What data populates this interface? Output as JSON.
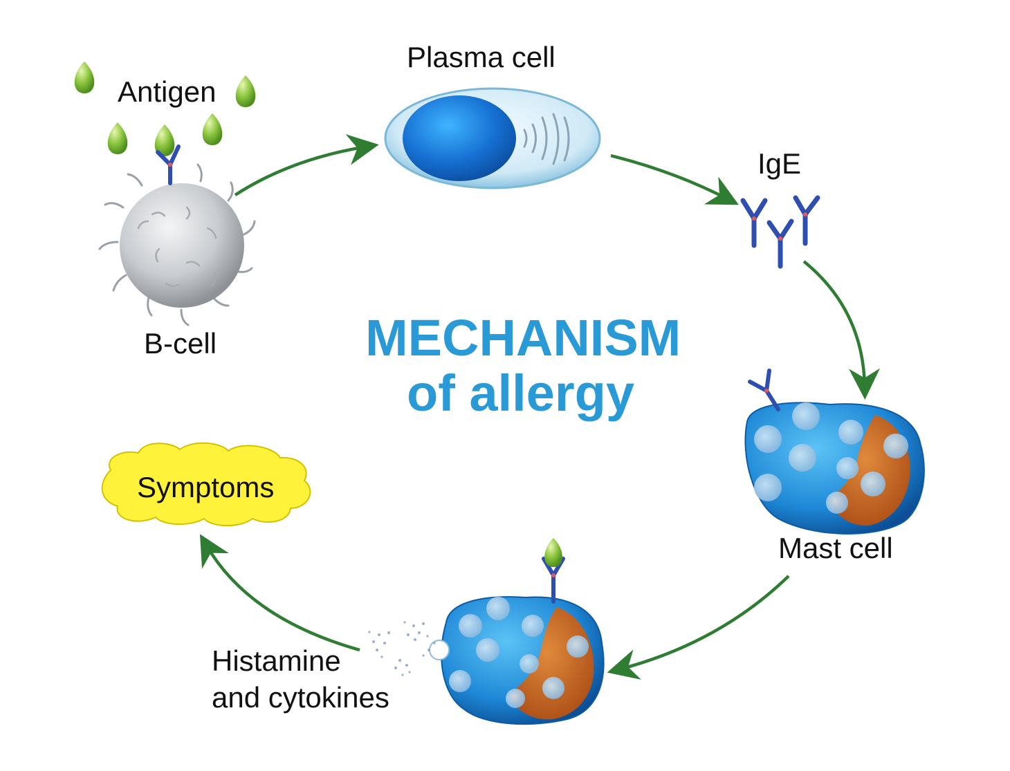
{
  "title": {
    "line1": "MECHANISM",
    "line2": "of allergy",
    "color": "#2a9ad6"
  },
  "labels": {
    "antigen": "Antigen",
    "plasma_cell": "Plasma cell",
    "ige": "IgE",
    "b_cell": "B-cell",
    "mast_cell": "Mast cell",
    "histamine_line1": "Histamine",
    "histamine_line2": "and cytokines",
    "symptoms": "Symptoms"
  },
  "colors": {
    "arrow": "#2e7d32",
    "antigen": "#8cc63f",
    "antibody": "#2f4fb0",
    "mast_cell": "#1e88d6",
    "nucleus": "#c9611e",
    "symptoms_fill": "#fff23a",
    "b_cell": "#c9ccd0"
  }
}
